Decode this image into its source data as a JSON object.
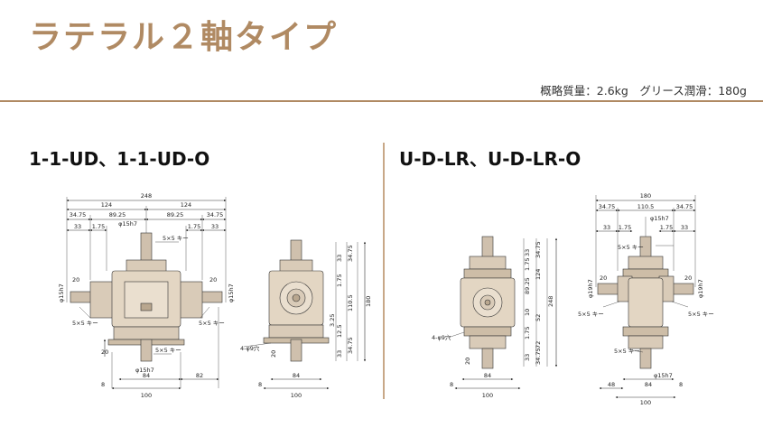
{
  "page": {
    "title": "ラテラル２軸タイプ",
    "meta": "概略質量：2.6kg　グリース潤滑：180g"
  },
  "left": {
    "model": "1-1-UD、1-1-UD-O",
    "front": {
      "overall": "248",
      "halves": [
        "124",
        "124"
      ],
      "sub": [
        "34.75",
        "89.25",
        "89.25",
        "34.75"
      ],
      "small": [
        "33",
        "1.75",
        "1.75",
        "33"
      ],
      "phi_top": "φ15h7",
      "key_top": "5×5 キー",
      "h20_left": "20",
      "h20_right": "20",
      "phi_left": "φ15h7",
      "phi_right": "φ15h7",
      "key_left": "5×5 キー",
      "key_right": "5×5 キー",
      "key_bottom": "5×5 キー",
      "phi_bottom": "φ15h7",
      "bot_8": "8",
      "bot_84": "84",
      "bot_82": "82",
      "bot_100": "100",
      "v20": "20"
    },
    "side": {
      "right_dims": [
        "33",
        "34.75",
        "1.75",
        "110.5",
        "180",
        "3.25",
        "12.5",
        "34.75",
        "33"
      ],
      "hole": "4-φ9穴",
      "v20": "20",
      "bot_8": "8",
      "bot_84": "84",
      "bot_100": "100"
    }
  },
  "right": {
    "model": "U-D-LR、U-D-LR-O",
    "side": {
      "right_dims": [
        "33",
        "34.75",
        "1.75",
        "89.25",
        "124",
        "248",
        "10",
        "52",
        "72",
        "1.75",
        "33",
        "34.75"
      ],
      "hole": "4-φ9穴",
      "v20": "20",
      "bot_8": "8",
      "bot_84": "84",
      "bot_100": "100"
    },
    "front": {
      "overall": "180",
      "sub": [
        "34.75",
        "110.5",
        "34.75"
      ],
      "small": [
        "33",
        "1.75",
        "1.75",
        "33"
      ],
      "phi_top": "φ15h7",
      "key_top": "5×5 キー",
      "h20_left": "20",
      "h20_right": "20",
      "phi_left": "φ19h7",
      "phi_right": "φ19h7",
      "key_left": "5×5 キー",
      "key_right": "5×5 キー",
      "key_bottom": "5×5 キー",
      "phi_bottom": "φ15h7",
      "bot_48": "48",
      "bot_84": "84",
      "bot_8": "8",
      "bot_100": "100"
    }
  }
}
